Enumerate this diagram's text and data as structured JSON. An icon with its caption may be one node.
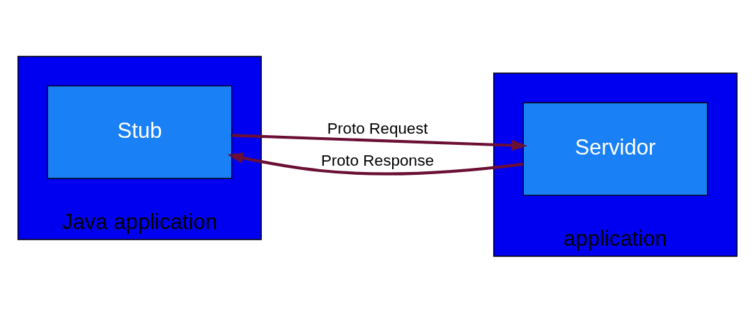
{
  "diagram": {
    "nodes": [
      {
        "text": [
          "Java application"
        ]
      },
      {
        "text": [
          "Stub"
        ],
        "in": 0
      },
      {
        "text": [
          "application"
        ]
      },
      {
        "text": [
          "Servidor"
        ],
        "in": 2
      }
    ],
    "edges": [
      {
        "from": 1,
        "to": 3,
        "arrow": "to",
        "label": "Proto Request"
      },
      {
        "from": 3,
        "to": 1,
        "arrow": "to",
        "label": "Proto Response"
      }
    ]
  }
}
